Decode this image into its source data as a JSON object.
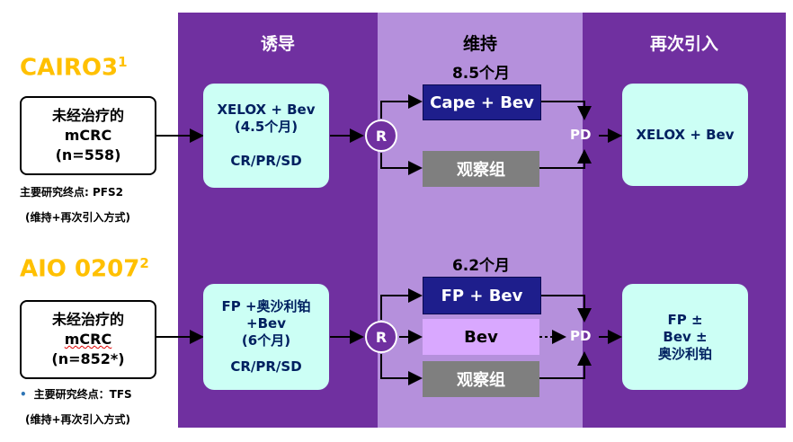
{
  "columns": {
    "induction": "诱导",
    "maintenance": "维持",
    "reintroduction": "再次引入"
  },
  "study1": {
    "name": "CAIRO3",
    "ref": "1",
    "population": [
      "未经治疗的",
      "mCRC",
      "(n=558)"
    ],
    "endpoint": "主要研究终点: PFS2",
    "endpoint_note": "(维持+再次引入方式)",
    "induction": [
      "XELOX + Bev",
      "(4.5个月)",
      "",
      "CR/PR/SD"
    ],
    "randomize": "R",
    "duration": "8.5个月",
    "arms": [
      "Cape + Bev",
      "观察组"
    ],
    "pd": "PD",
    "reintro": [
      "XELOX + Bev"
    ]
  },
  "study2": {
    "name": "AIO 0207",
    "ref": "2",
    "population": [
      "未经治疗的",
      "mCRC",
      "(n=852*)"
    ],
    "bullet": "•",
    "endpoint": "主要研究终点：TFS",
    "endpoint_note": "(维持+再次引入方式)",
    "induction": [
      "FP +奥沙利铂",
      "+Bev",
      "(6个月)",
      "",
      "CR/PR/SD"
    ],
    "randomize": "R",
    "duration": "6.2个月",
    "arms": [
      "FP + Bev",
      "Bev",
      "观察组"
    ],
    "pd": "PD",
    "reintro": [
      "FP ±",
      "Bev ±",
      "奥沙利铂"
    ]
  },
  "colors": {
    "purple": "#7030a0",
    "light_purple": "#b590dc",
    "cyan": "#ccfff5",
    "navy": "#1e1e8c",
    "gray": "#7f7f7f",
    "yellow": "#ffc000"
  }
}
